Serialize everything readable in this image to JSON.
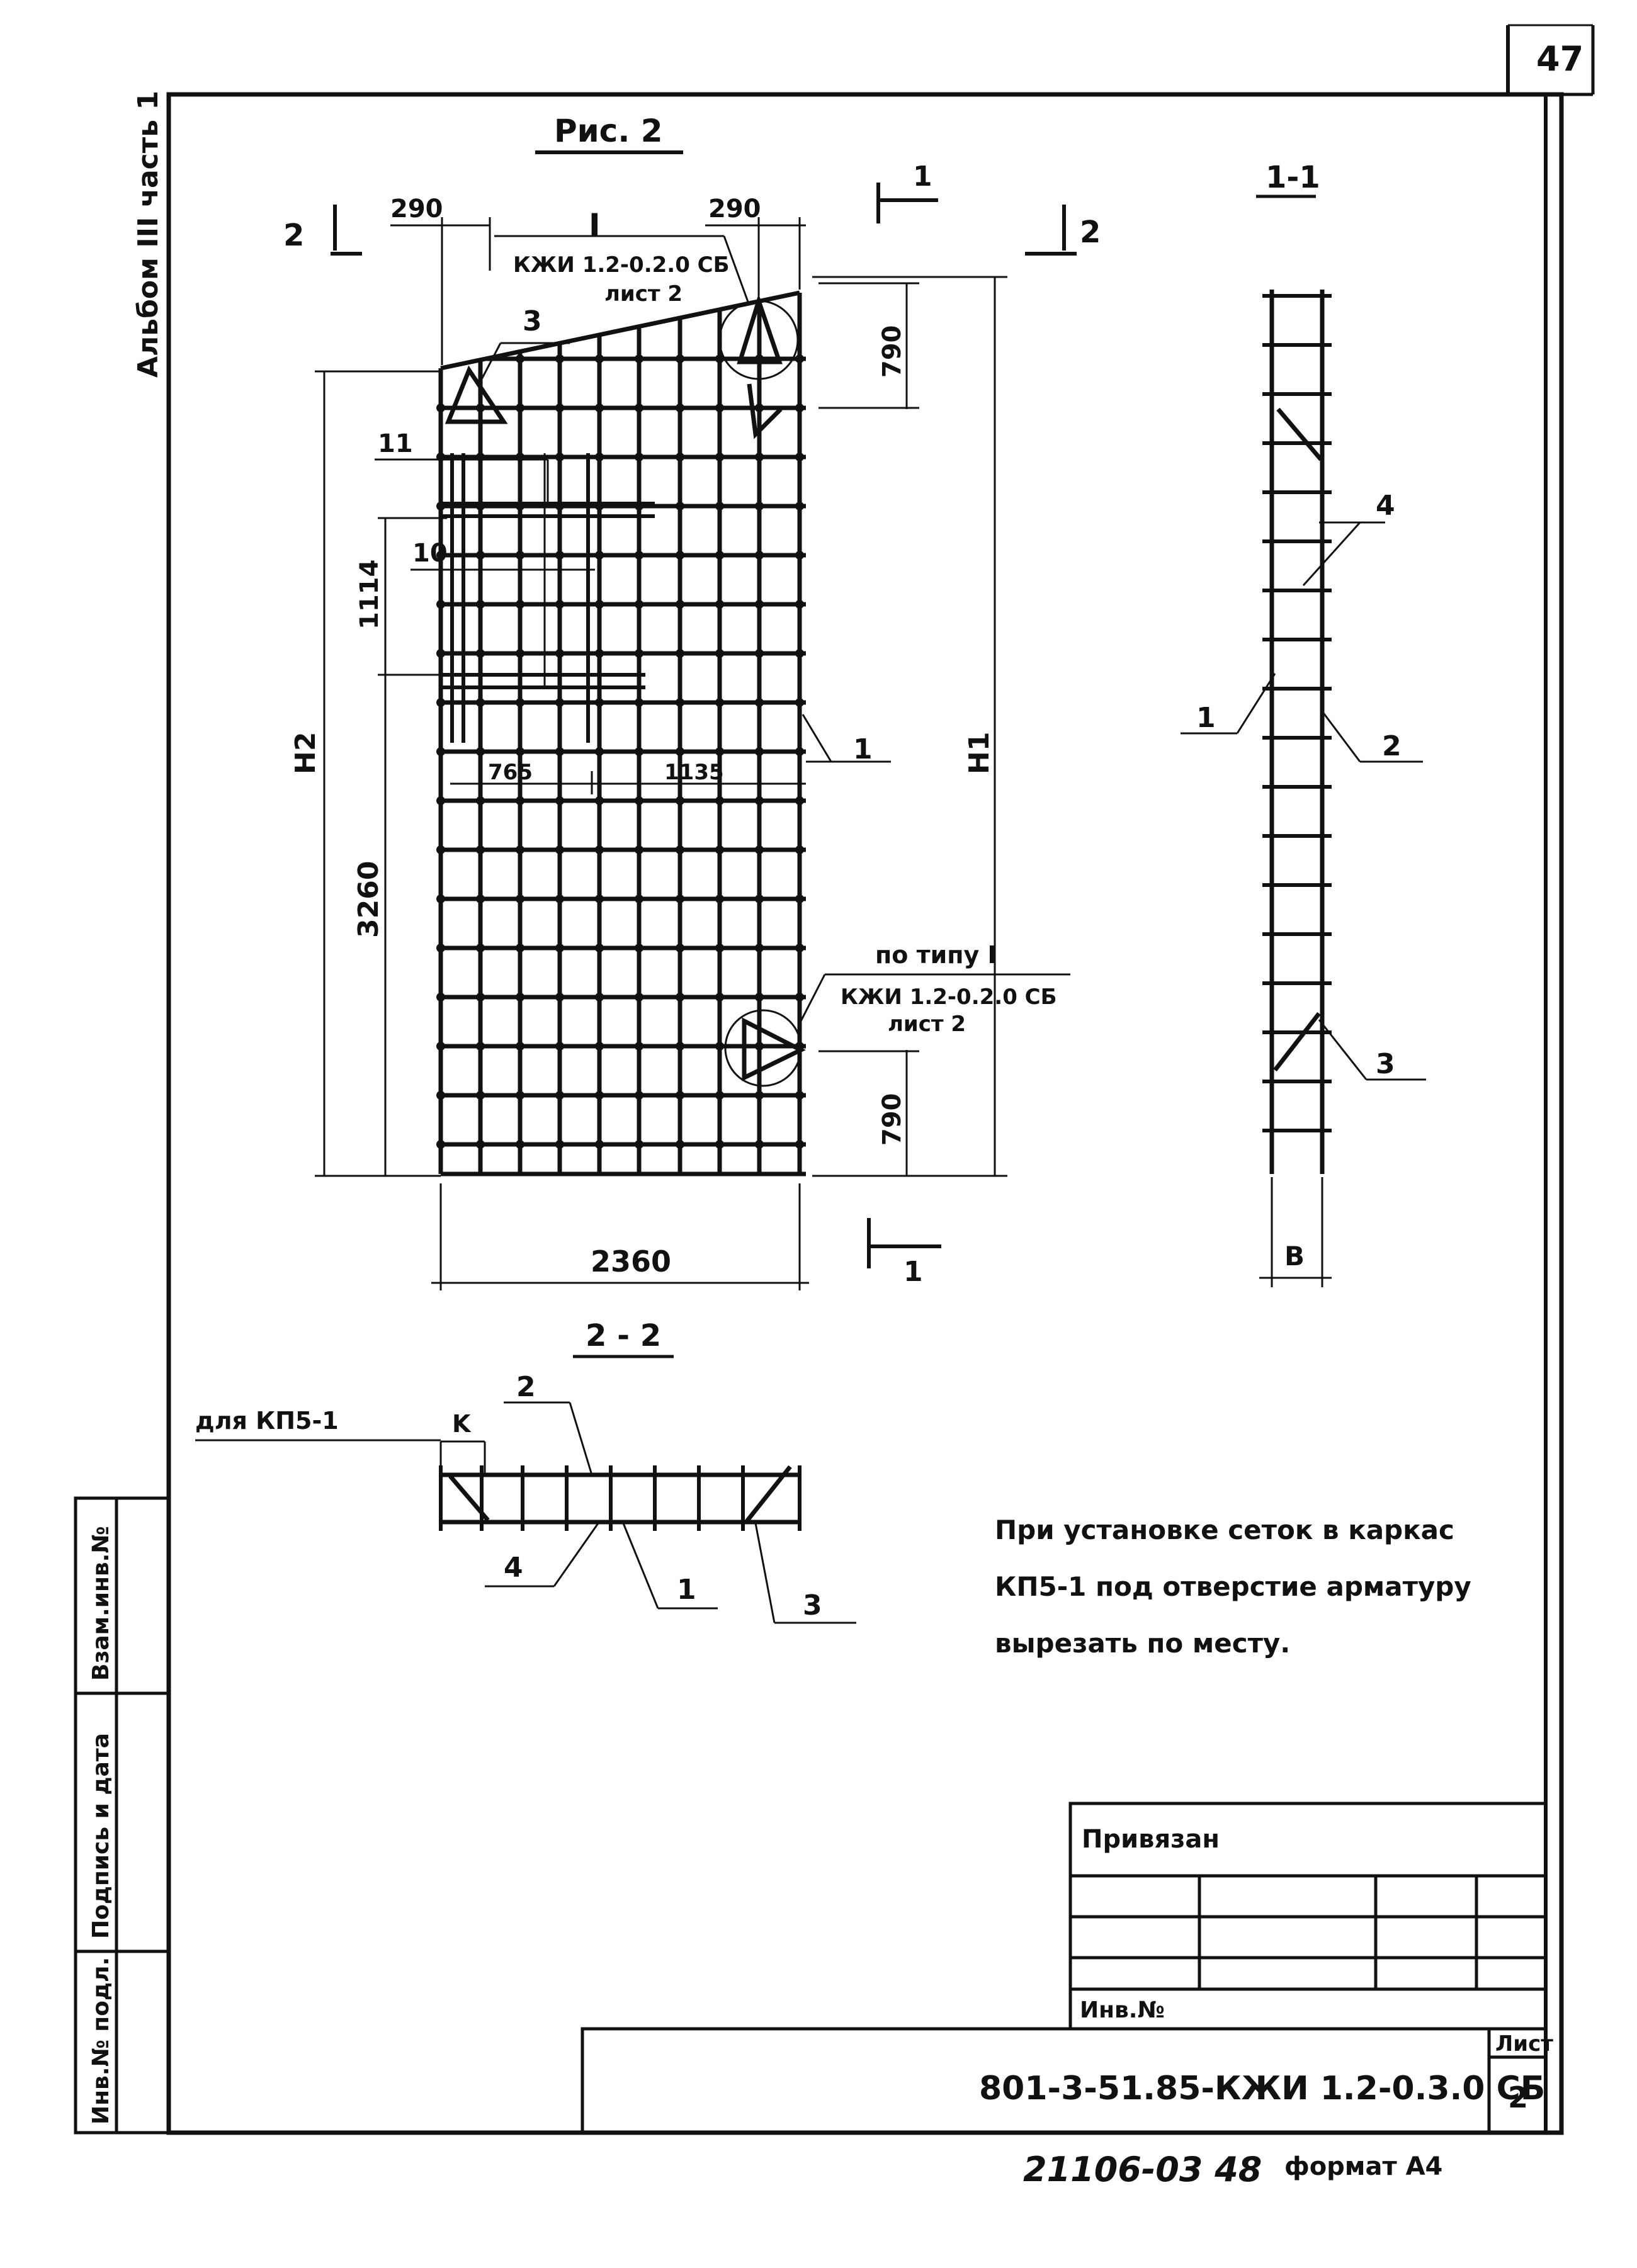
{
  "sheet_corner_number": "47",
  "side_label": "Альбом III часть 1",
  "figure_title": "Рис. 2",
  "section_marks": {
    "one": "1",
    "two": "2"
  },
  "views": {
    "section_1_1": "1-1",
    "section_2_2": "2 - 2"
  },
  "callouts": {
    "node_I": "I",
    "node_I_ref": "КЖИ 1.2-0.2.0 СБ",
    "node_I_sheet": "лист 2",
    "by_type": "по типу I",
    "by_type_ref": "КЖИ 1.2-0.2.0 СБ",
    "by_type_sheet": "лист 2",
    "for_kp": "для КП5-1"
  },
  "positions": {
    "p1": "1",
    "p2": "2",
    "p3": "3",
    "p4": "4",
    "p10": "10",
    "p11": "11"
  },
  "dimensions": {
    "d290_left": "290",
    "d290_right": "290",
    "d790_top": "790",
    "d790_bottom": "790",
    "d1114": "1114",
    "d3260": "3260",
    "d765": "765",
    "d1135": "1135",
    "d2360": "2360",
    "H1": "H1",
    "H2": "H2",
    "B": "B",
    "K": "K"
  },
  "note_lines": [
    "При установке сеток в каркас",
    "КП5-1 под отверстие арматуру",
    "вырезать по месту."
  ],
  "left_stamp": {
    "vzam": "Взам.инв.№",
    "podpis": "Подпись и дата",
    "inv_podl": "Инв.№ подл."
  },
  "title_block": {
    "privyazan": "Привязан",
    "inv": "Инв.№",
    "designation": "801-3-51.85-КЖИ 1.2-0.3.0 СБ",
    "sheet_label": "Лист",
    "sheet_number": "2"
  },
  "footer": {
    "archive_number": "21106-03 48",
    "format": "формат А4"
  }
}
